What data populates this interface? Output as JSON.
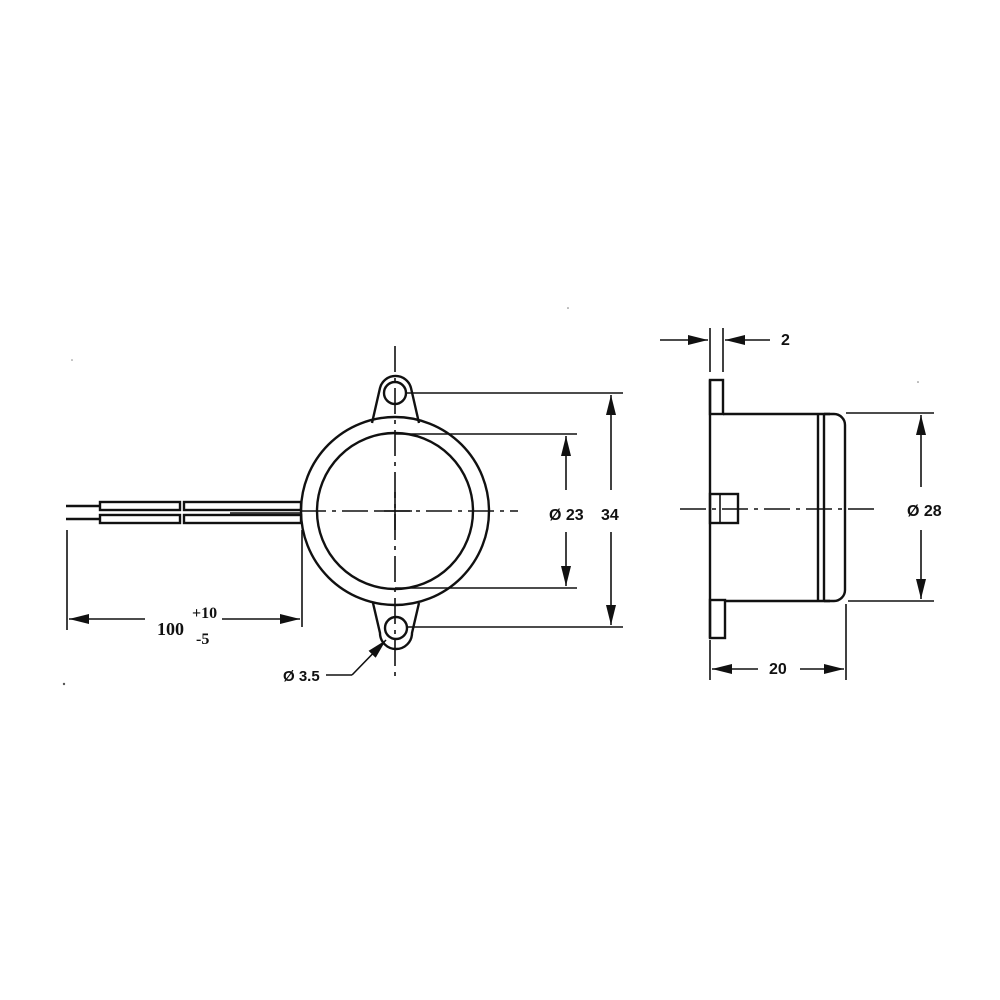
{
  "drawing": {
    "type": "technical dimension drawing",
    "subject": "round panel-mount component with two mounting ears and wire leads",
    "colors": {
      "line": "#111111",
      "background": "#ffffff"
    }
  },
  "front_view": {
    "lead_length": {
      "label": "100",
      "tolerance_plus": "+10",
      "tolerance_minus": "-5"
    },
    "inner_diameter": {
      "label": "Ø 23"
    },
    "mounting_span": {
      "label": "34"
    },
    "mounting_hole": {
      "label": "Ø 3.5"
    }
  },
  "side_view": {
    "flange_thickness": {
      "label": "2"
    },
    "body_diameter": {
      "label": "Ø 28"
    },
    "depth": {
      "label": "20"
    }
  }
}
